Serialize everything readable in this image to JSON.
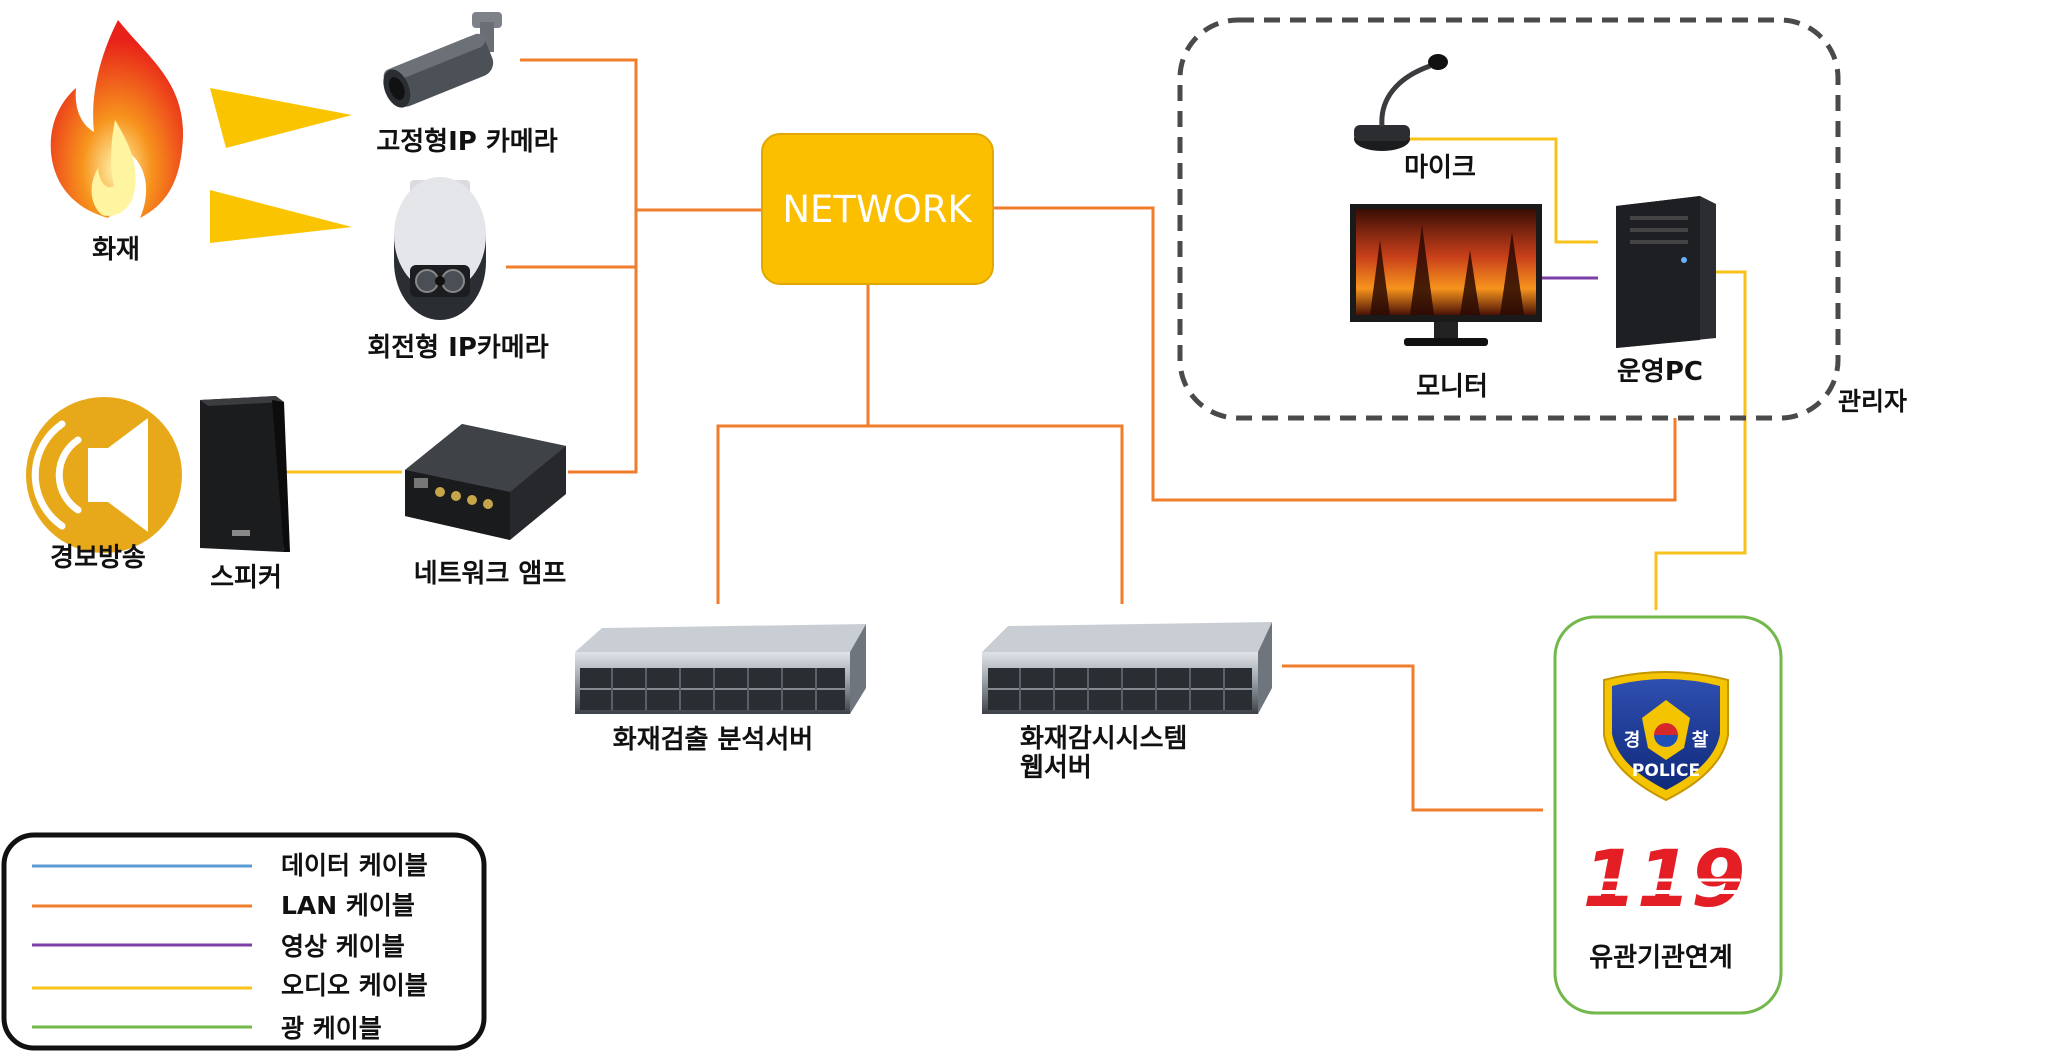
{
  "colors": {
    "lan": "#ef7d2c",
    "audio": "#f8c21c",
    "video": "#7b3fa7",
    "data": "#5b9bd5",
    "optical": "#72b84a",
    "network_box": "#fbbf00",
    "fire_red": "#e8221a",
    "fire_orange": "#f7941d",
    "siren_yellow": "#fbc400",
    "dashed_group": "#4a4a4a",
    "agency_border": "#72b84a"
  },
  "network": {
    "label": "NETWORK"
  },
  "nodes": {
    "fire": {
      "label": "화재",
      "icon": "fire-icon"
    },
    "fixed_camera": {
      "label": "고정형IP 카메라",
      "icon": "bullet-camera-icon"
    },
    "ptz_camera": {
      "label": "회전형 IP카메라",
      "icon": "dome-camera-icon"
    },
    "alarm_broadcast": {
      "label": "경보방송",
      "icon": "speaker-sound-icon"
    },
    "speaker": {
      "label": "스피커",
      "icon": "loudspeaker-icon"
    },
    "network_amp": {
      "label": "네트워크 앰프",
      "icon": "amplifier-icon"
    },
    "analysis_server": {
      "label": "화재검출 분석서버",
      "icon": "rack-server-icon"
    },
    "web_server": {
      "label_line1": "화재감시시스템",
      "label_line2": "웹서버",
      "icon": "rack-server-icon"
    },
    "mic": {
      "label": "마이크",
      "icon": "microphone-icon"
    },
    "monitor": {
      "label": "모니터",
      "icon": "monitor-icon"
    },
    "operating_pc": {
      "label": "운영PC",
      "icon": "desktop-pc-icon"
    },
    "admin_group": {
      "label": "관리자"
    },
    "agency": {
      "label": "유관기관연계",
      "police": {
        "label": "POLICE",
        "char_left": "경",
        "char_right": "찰",
        "icon": "police-emblem-icon"
      },
      "fire_dept": {
        "label": "119",
        "icon": "fire-119-logo"
      }
    }
  },
  "legend": {
    "items": [
      {
        "label": "데이터 케이블",
        "color": "#5b9bd5"
      },
      {
        "label": "LAN 케이블",
        "color": "#ef7d2c"
      },
      {
        "label": "영상 케이블",
        "color": "#7b3fa7"
      },
      {
        "label": "오디오 케이블",
        "color": "#f8c21c"
      },
      {
        "label": "광 케이블",
        "color": "#72b84a"
      }
    ]
  }
}
